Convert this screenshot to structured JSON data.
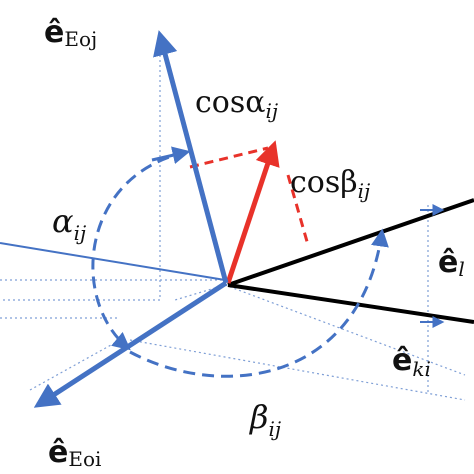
{
  "colors": {
    "blue": "#4472c4",
    "red": "#e8322a",
    "black": "#000000",
    "dotted": "#7f9fd6"
  },
  "labels": {
    "e_eoj": {
      "hat": "ê",
      "sub": "Eoj"
    },
    "e_eoi": {
      "hat": "ê",
      "sub": "Eoi"
    },
    "e_ki": {
      "hat": "ê",
      "sub": "ki"
    },
    "e_right": {
      "hat": "ê",
      "sub": "l"
    },
    "cos_alpha": {
      "base": "cosα",
      "sub": "ij"
    },
    "cos_beta": {
      "base": "cosβ",
      "sub": "ij"
    },
    "alpha": {
      "base": "α",
      "sub": "ij"
    },
    "beta": {
      "base": "β",
      "sub": "ij"
    }
  }
}
